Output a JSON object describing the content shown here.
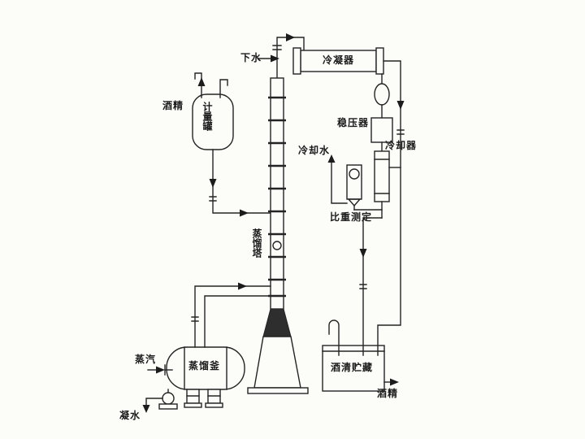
{
  "diagram": {
    "labels": {
      "drain_water": "下水",
      "condenser": "冷凝器",
      "alcohol_inlet": "酒精",
      "measuring_tank": "计量罐",
      "pressure_stabilizer": "稳压器",
      "cooling_water": "冷却水",
      "cooler": "冷却器",
      "gravity_measurement": "比重测定",
      "distillation_column": "蒸馏塔",
      "distillation_kettle": "蒸馏釜",
      "steam": "蒸汽",
      "alcohol_storage": "酒清贮藏",
      "alcohol_outlet": "酒精",
      "condensate": "凝水"
    },
    "colors": {
      "line": "#242424",
      "background": "#fcfcf9",
      "base_cone_fill": "#2e2e2e"
    }
  }
}
